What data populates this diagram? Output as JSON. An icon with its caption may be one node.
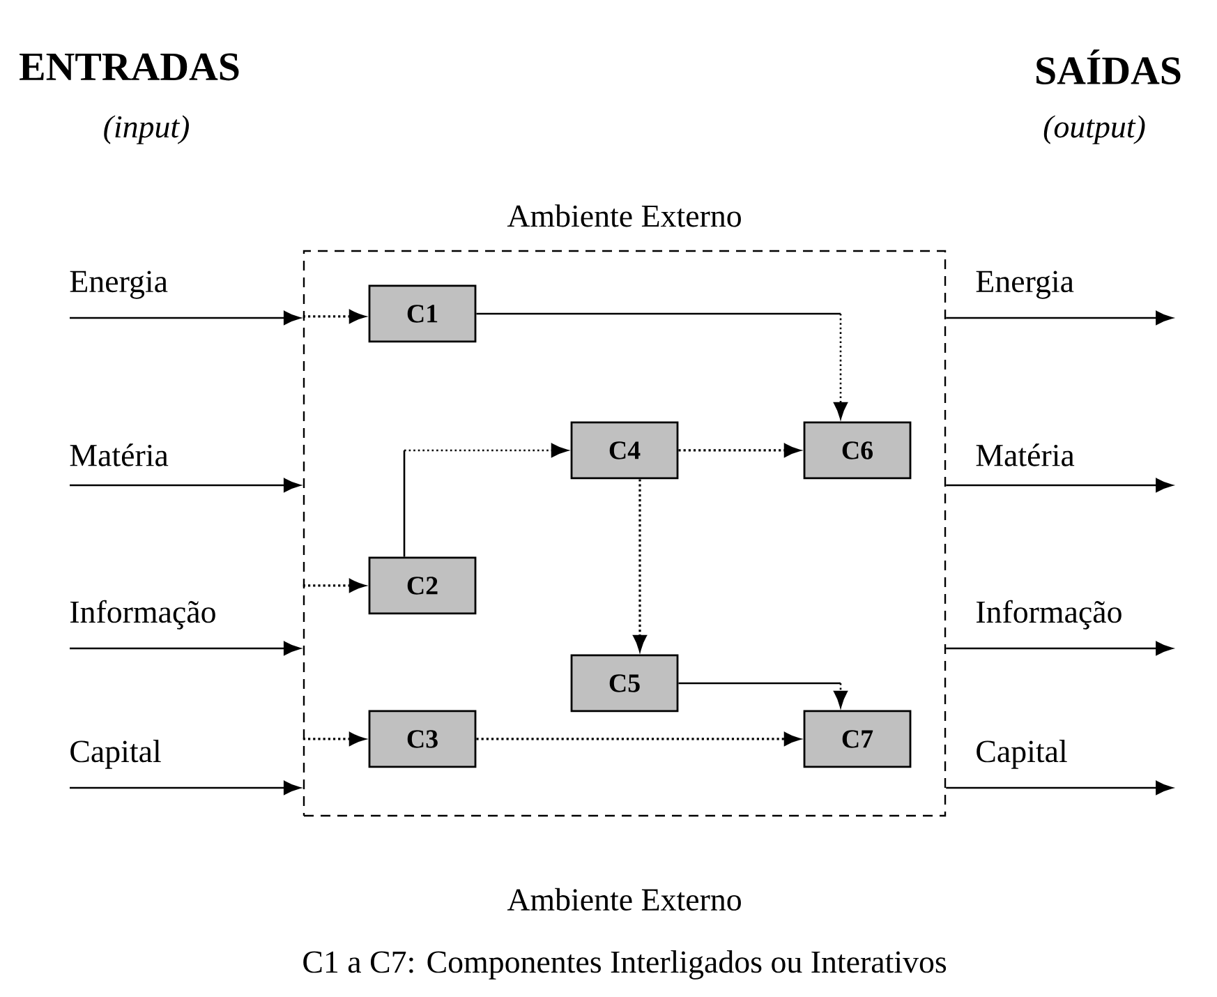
{
  "diagram": {
    "caption": "C1 a C7: Componentes Interligados ou Interativos",
    "nodes": [
      {
        "text": [
          "Ambiente Externo"
        ]
      },
      {
        "text": [
          "C1"
        ],
        "in": 0
      },
      {
        "text": [
          "C2"
        ],
        "in": 0
      },
      {
        "text": [
          "C3"
        ],
        "in": 0
      },
      {
        "text": [
          "C4"
        ],
        "in": 0
      },
      {
        "text": [
          "C5"
        ],
        "in": 0
      },
      {
        "text": [
          "C6"
        ],
        "in": 0
      },
      {
        "text": [
          "C7"
        ],
        "in": 0
      }
    ],
    "edges": [
      {
        "from": null,
        "to": 0,
        "arrow": "to",
        "label": "Energia"
      },
      {
        "from": null,
        "to": 0,
        "arrow": "to",
        "label": "Matéria"
      },
      {
        "from": null,
        "to": 0,
        "arrow": "to",
        "label": "Informação"
      },
      {
        "from": null,
        "to": 0,
        "arrow": "to",
        "label": "Capital"
      },
      {
        "from": null,
        "to": 1,
        "arrow": "to",
        "style": "dashed"
      },
      {
        "from": null,
        "to": 2,
        "arrow": "to",
        "style": "dashed"
      },
      {
        "from": null,
        "to": 3,
        "arrow": "to",
        "style": "dashed"
      },
      {
        "from": 1,
        "to": 6,
        "arrow": "to"
      },
      {
        "from": 2,
        "to": 4,
        "arrow": "to",
        "style": "dashed"
      },
      {
        "from": 4,
        "to": 6,
        "arrow": "to",
        "style": "dashed"
      },
      {
        "from": 4,
        "to": 5,
        "arrow": "to",
        "style": "dashed"
      },
      {
        "from": 5,
        "to": 7,
        "arrow": "to"
      },
      {
        "from": 3,
        "to": 7,
        "arrow": "to",
        "style": "dashed"
      },
      {
        "from": 0,
        "to": null,
        "arrow": "to",
        "label": "Energia"
      },
      {
        "from": 0,
        "to": null,
        "arrow": "to",
        "label": "Matéria"
      },
      {
        "from": 0,
        "to": null,
        "arrow": "to",
        "label": "Informação"
      },
      {
        "from": 0,
        "to": null,
        "arrow": "to",
        "label": "Capital"
      }
    ],
    "labels": [
      "ENTRADAS",
      "SAÍDAS",
      "(input)",
      "(output)",
      "Ambiente Externo"
    ]
  }
}
